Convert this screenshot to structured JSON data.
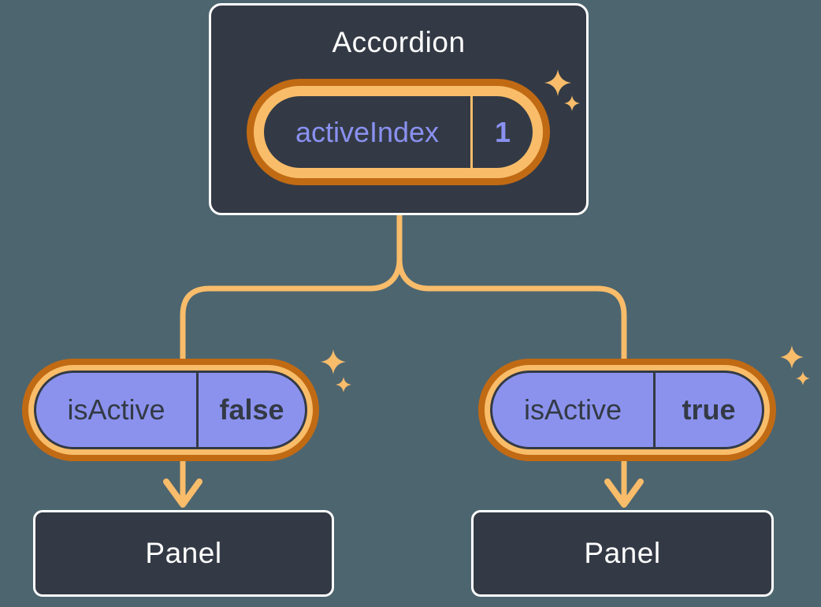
{
  "root": {
    "title": "Accordion",
    "state_pill": {
      "name": "activeIndex",
      "value": "1"
    }
  },
  "children": [
    {
      "prop_pill": {
        "name": "isActive",
        "value": "false"
      },
      "panel_label": "Panel"
    },
    {
      "prop_pill": {
        "name": "isActive",
        "value": "true"
      },
      "panel_label": "Panel"
    }
  ],
  "colors": {
    "background": "#4d656f",
    "node_fill": "#333a45",
    "node_border": "#ffffff",
    "ring_outer_orange": "#c16a14",
    "ring_inner_orange": "#f9bd69",
    "connector_orange": "#f8bc6a",
    "purple_fill": "#8b92ee",
    "purple_text": "#8a91f0",
    "dark_text": "#333a45",
    "white_text": "#ffffff"
  }
}
